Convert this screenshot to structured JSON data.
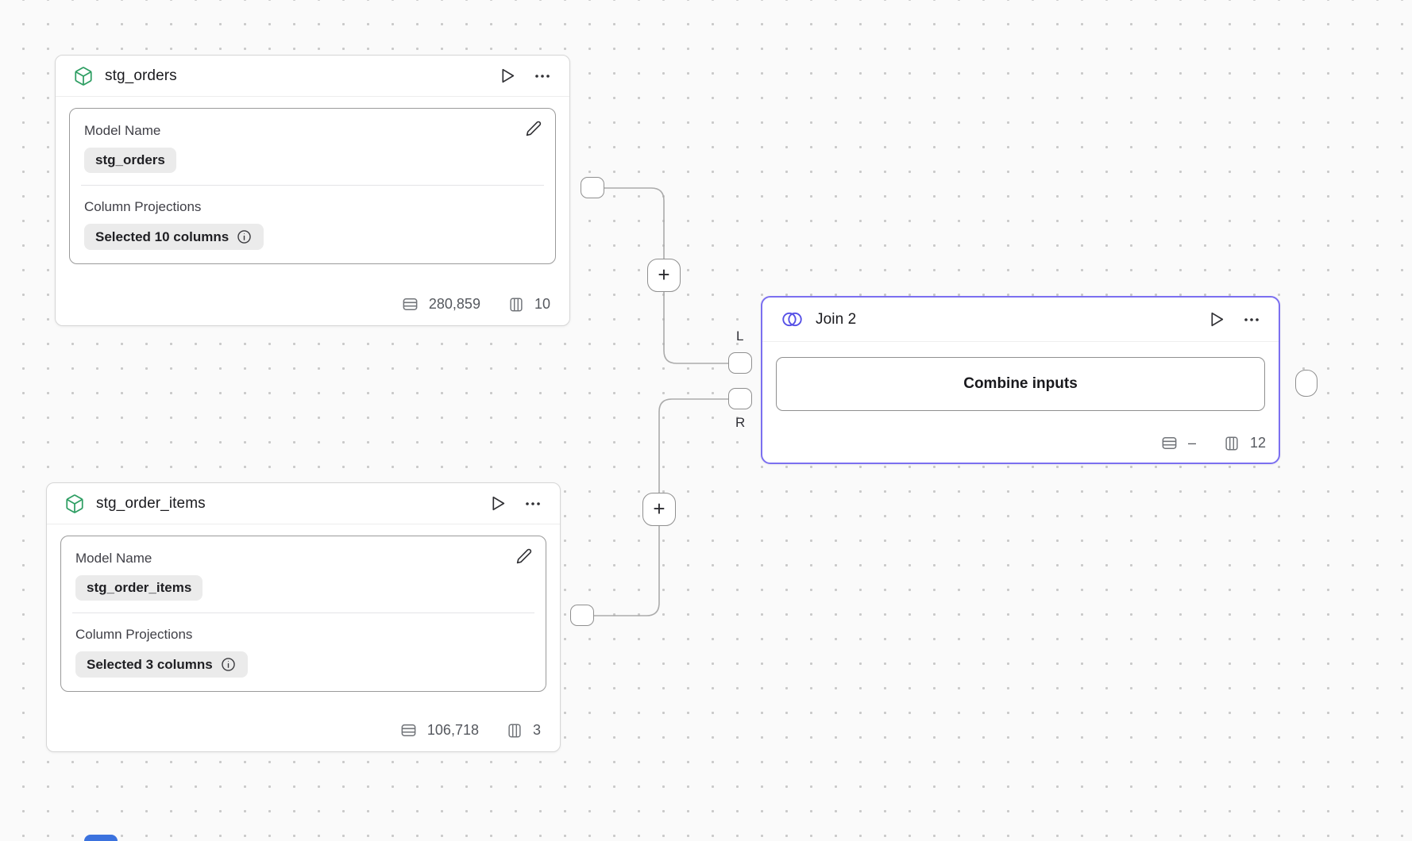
{
  "nodes": {
    "stg_orders": {
      "title": "stg_orders",
      "model_name_label": "Model Name",
      "model_name_value": "stg_orders",
      "projections_label": "Column Projections",
      "projections_value": "Selected 10 columns",
      "row_count": "280,859",
      "column_count": "10"
    },
    "stg_order_items": {
      "title": "stg_order_items",
      "model_name_label": "Model Name",
      "model_name_value": "stg_order_items",
      "projections_label": "Column Projections",
      "projections_value": "Selected 3 columns",
      "row_count": "106,718",
      "column_count": "3"
    },
    "join": {
      "title": "Join 2",
      "combine_button_label": "Combine inputs",
      "row_count": "–",
      "column_count": "12",
      "left_port_label": "L",
      "right_port_label": "R"
    }
  },
  "ui": {
    "add_step_label": "+"
  },
  "icons": {
    "model": "box-cube-icon",
    "join": "venn-circles-icon",
    "run": "play-icon",
    "menu": "ellipsis-icon",
    "edit": "pencil-icon",
    "rows": "table-rows-icon",
    "columns": "table-columns-icon",
    "info": "info-circle-icon"
  },
  "colors": {
    "canvas_bg": "#fafafa",
    "grid_dot": "#c9c9c9",
    "model_icon_green": "#2e9e63",
    "join_accent": "#5650e6",
    "join_border": "#7b6ff0",
    "edge_gray": "#ababab",
    "offscreen_blue": "#3b72de"
  }
}
